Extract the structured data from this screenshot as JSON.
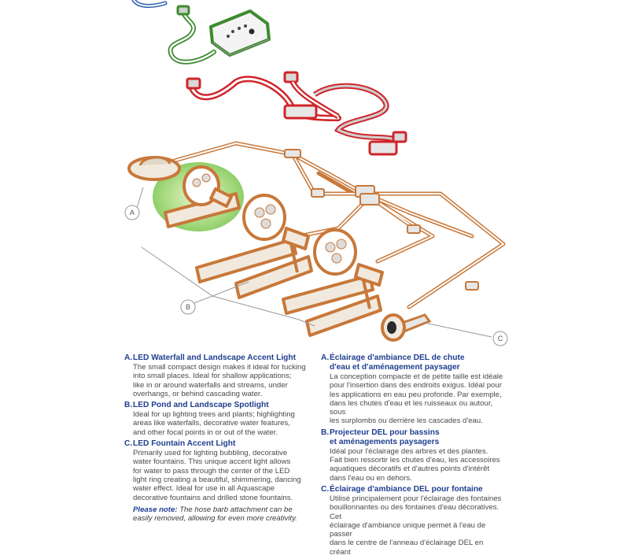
{
  "callouts": [
    "A",
    "B",
    "C"
  ],
  "items_en": [
    {
      "letter": "A.",
      "title": "LED Waterfall and Landscape Accent Light",
      "lines": [
        "The small compact design makes it ideal for tucking",
        "into small places. Ideal for shallow applications;",
        "like in or around waterfalls and streams, under",
        "overhangs, or behind cascading water."
      ]
    },
    {
      "letter": "B.",
      "title": "LED Pond and Landscape Spotlight",
      "lines": [
        "Ideal for up lighting trees and plants; highlighting",
        "areas like waterfalls, decorative water features,",
        "and other focal points in or out of the water."
      ]
    },
    {
      "letter": "C.",
      "title": "LED Fountain Accent Light",
      "lines": [
        "Primarily used for lighting bubbling, decorative",
        "water fountains. This unique accent light allows",
        "for water to pass through the center of the LED",
        "light ring creating a beautiful, shimmering, dancing",
        "water effect. Ideal for use in all Aquascape",
        "decorative fountains and drilled stone fountains."
      ]
    }
  ],
  "note": {
    "label": "Please note:",
    "lines": [
      " The hose barb attachment can be",
      "easily removed, allowing for even more creativity."
    ]
  },
  "items_fr": [
    {
      "letter": "A.",
      "title": "Éclairage d'ambiance DEL de chute",
      "title2": "d'eau et d'aménagement paysager",
      "lines": [
        "La conception compacte et de petite taille est idéale",
        "pour l'insertion dans des endroits exigus. Idéal pour",
        "les applications en eau peu profonde. Par exemple,",
        "dans les chutes d'eau et les ruisseaux ou autour, sous",
        "les surplombs ou derrière les cascades d'eau."
      ]
    },
    {
      "letter": "B.",
      "title": "Projecteur DEL pour bassins",
      "title2": "et aménagements paysagers",
      "lines": [
        "Idéal pour l'éclairage des arbres et des plantes.",
        "Fait bien ressortir les chutes d'eau, les accessoires",
        "aquatiques décoratifs et d'autres points d'intérêt",
        "dans l'eau ou en dehors."
      ]
    },
    {
      "letter": "C.",
      "title": "Éclairage d'ambiance DEL pour fontaine",
      "lines": [
        "Utilisé principalement pour l'éclairage des fontaines",
        "bouillonnantes ou des fontaines d'eau décoratives. Cet",
        "éclairage d'ambiance unique permet à l'eau de passer",
        "dans le centre de l'anneau d'éclairage DEL en créant"
      ]
    }
  ],
  "colors": {
    "heading": "#1f3f8f",
    "body": "#4a4a4a",
    "cable_orange": "#c8783a",
    "cable_red": "#d0242a",
    "cable_green": "#3d8a2f",
    "cable_blue": "#2a5fb0",
    "glow_green": "#8fcf6a"
  }
}
